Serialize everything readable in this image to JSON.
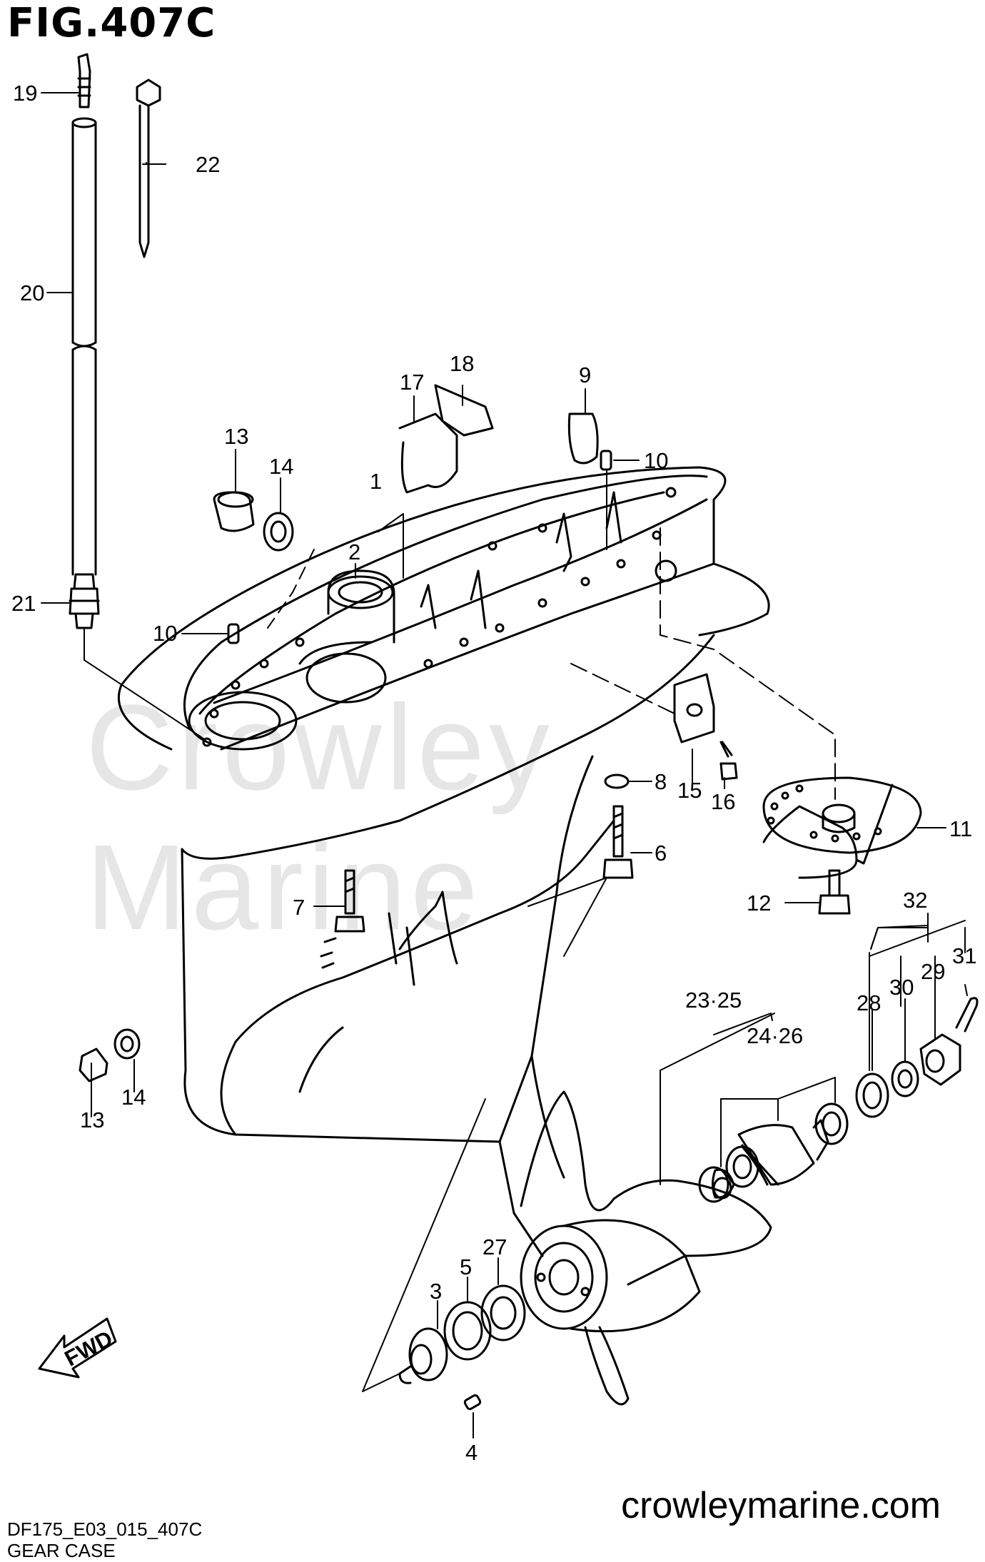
{
  "figure": {
    "title": "FIG.407C",
    "code": "DF175_E03_015_407C",
    "caption": "GEAR CASE",
    "website": "crowleymarine.com",
    "watermark": "Crowley Marine",
    "direction_label": "FWD"
  },
  "callouts": {
    "c1": "1",
    "c2": "2",
    "c3": "3",
    "c4": "4",
    "c5": "5",
    "c6": "6",
    "c7": "7",
    "c8": "8",
    "c9": "9",
    "c10a": "10",
    "c10b": "10",
    "c11": "11",
    "c12": "12",
    "c13a": "13",
    "c13b": "13",
    "c14a": "14",
    "c14b": "14",
    "c15": "15",
    "c16": "16",
    "c17": "17",
    "c18": "18",
    "c19": "19",
    "c20": "20",
    "c21": "21",
    "c22": "22",
    "c23": "23·25",
    "c24": "24·26",
    "c27": "27",
    "c28": "28",
    "c29": "29",
    "c30": "30",
    "c31": "31",
    "c32": "32"
  }
}
